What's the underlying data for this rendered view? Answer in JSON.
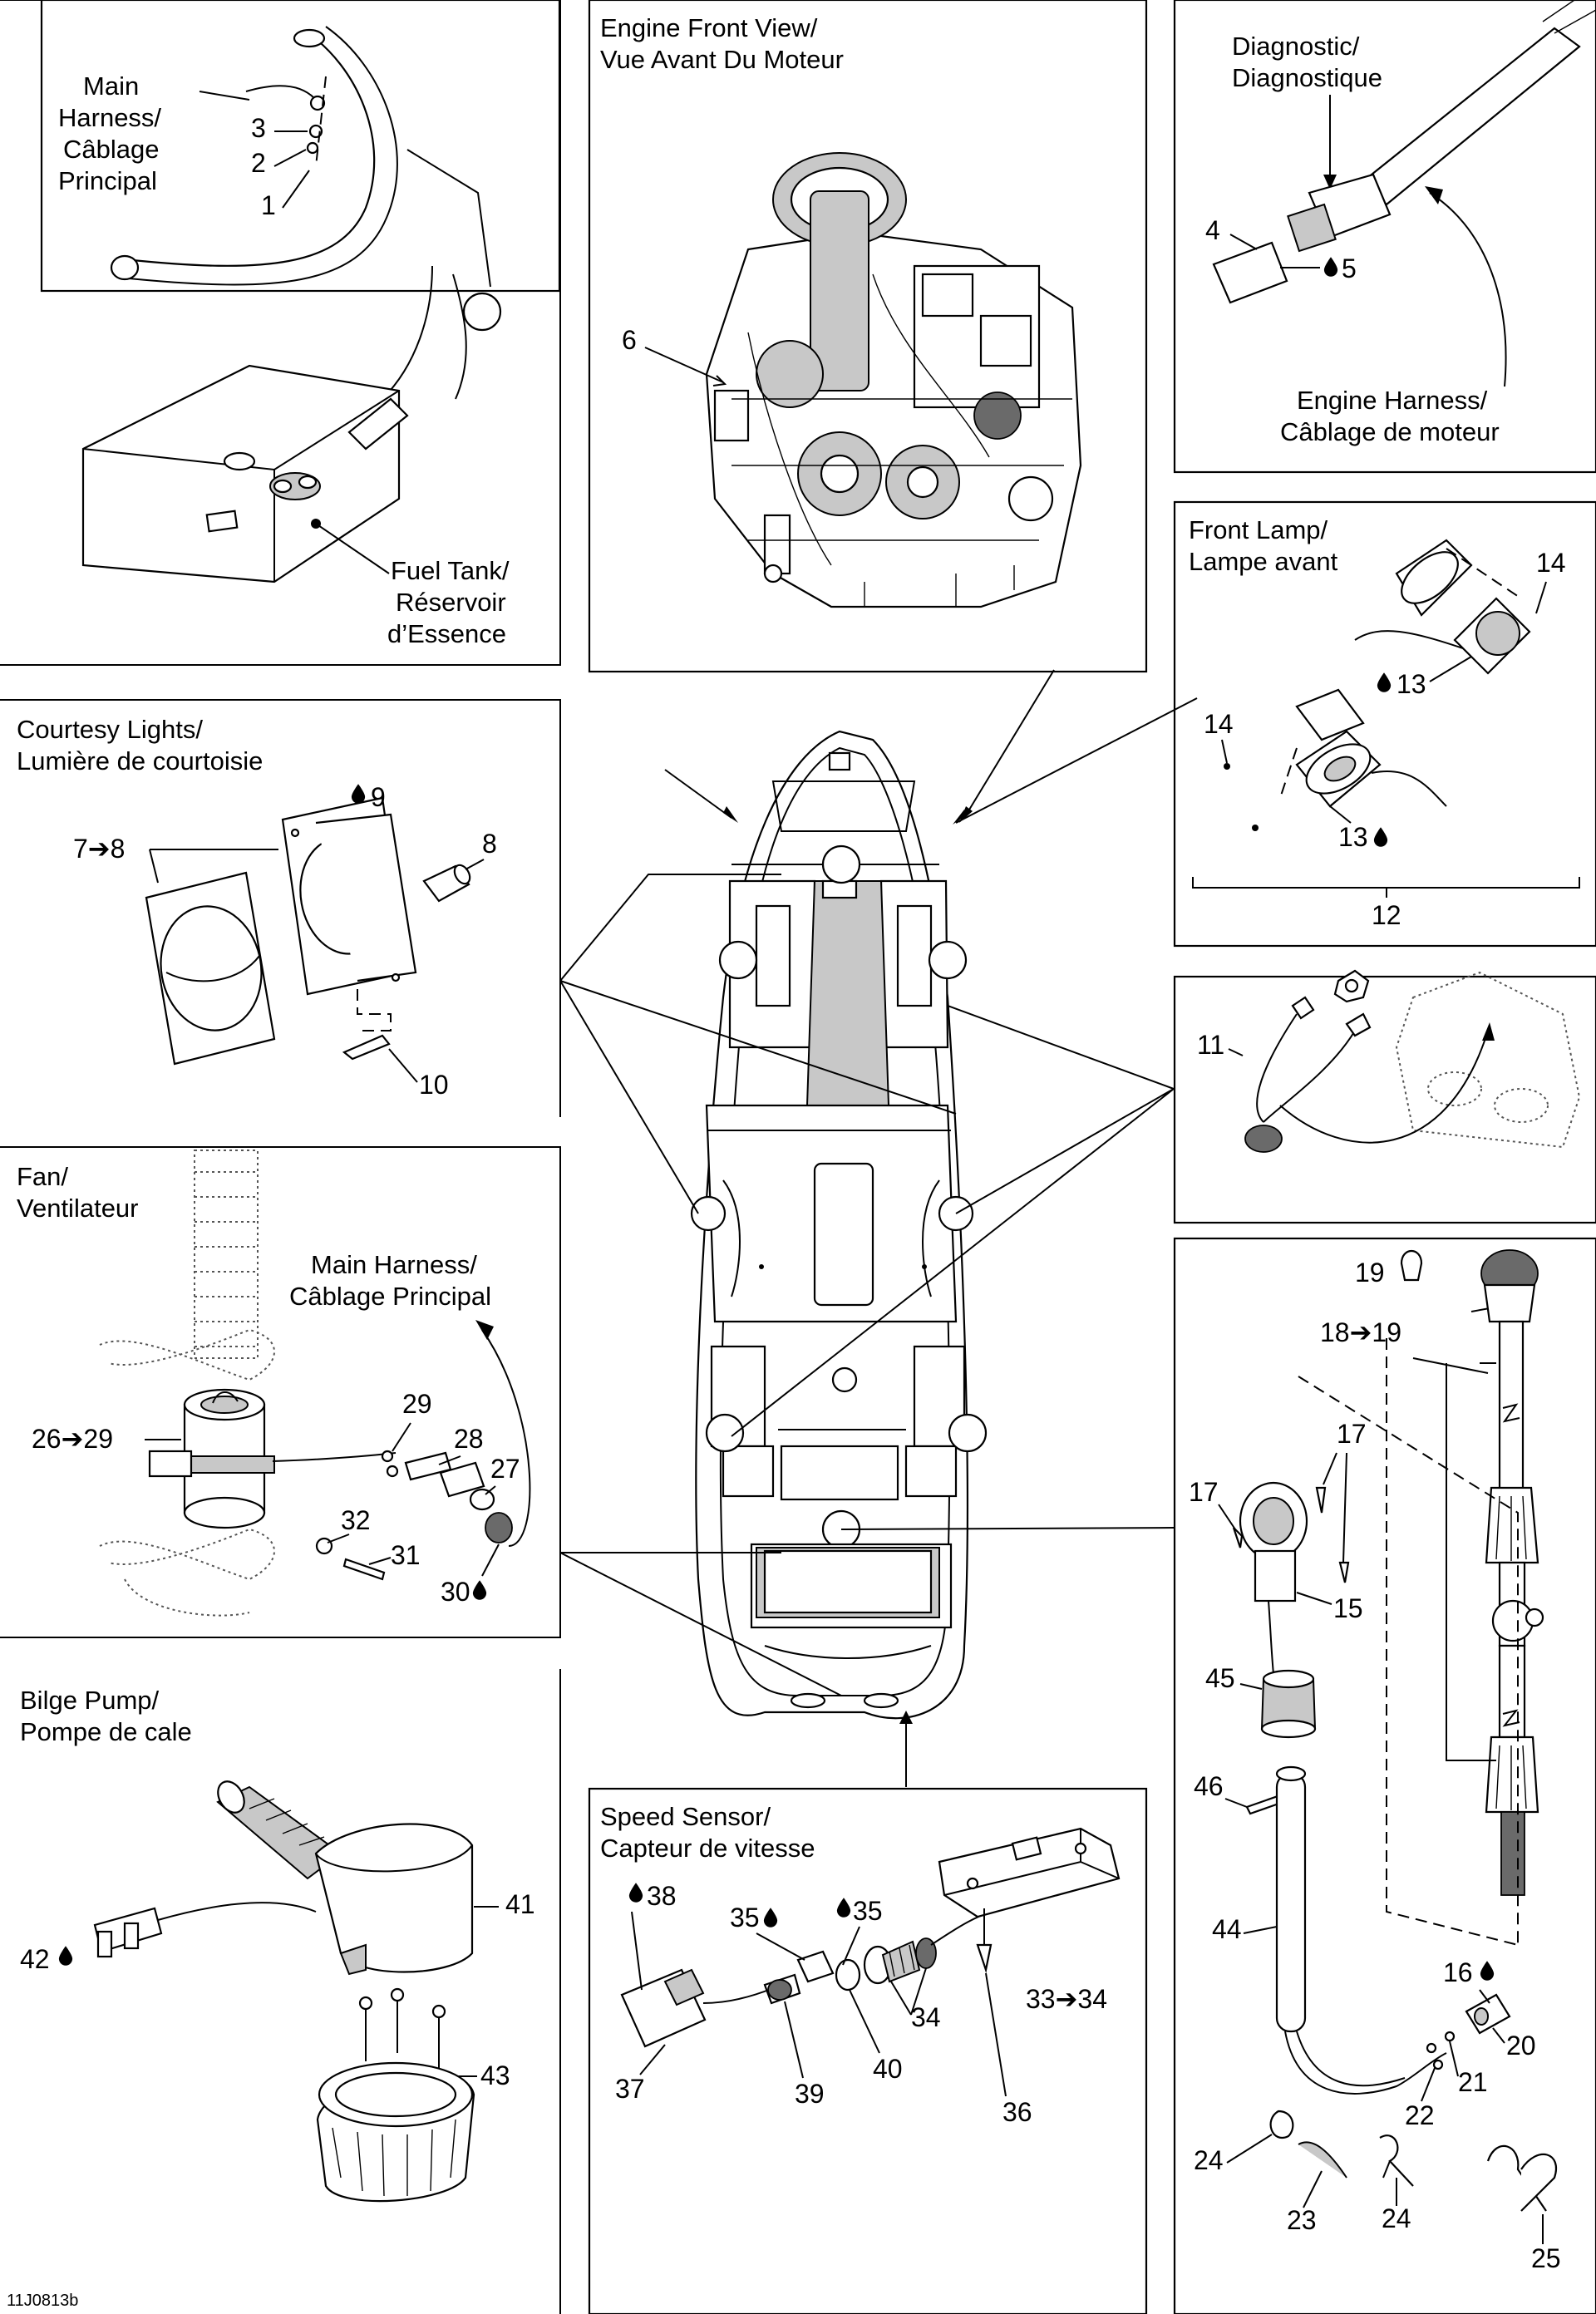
{
  "panels": {
    "main_harness_inset": {
      "lines": [
        "Main",
        "Harness/",
        "Câblage",
        "Principal"
      ]
    },
    "fuel_tank": {
      "lines": [
        "Fuel Tank/",
        "Réservoir",
        "d’Essence"
      ]
    },
    "engine_front_view": {
      "lines": [
        "Engine Front View/",
        "Vue Avant Du Moteur"
      ]
    },
    "diagnostic": {
      "title_lines": [
        "Diagnostic/",
        "Diagnostique"
      ],
      "harness_lines": [
        "Engine Harness/",
        "Câblage de moteur"
      ]
    },
    "front_lamp": {
      "lines": [
        "Front Lamp/",
        "Lampe avant"
      ]
    },
    "courtesy_lights": {
      "lines": [
        "Courtesy Lights/",
        "Lumière de courtoisie"
      ]
    },
    "fan": {
      "lines": [
        "Fan/",
        "Ventilateur"
      ],
      "harness_lines": [
        "Main Harness/",
        "Câblage Principal"
      ]
    },
    "bilge_pump": {
      "lines": [
        "Bilge Pump/",
        "Pompe de cale"
      ]
    },
    "speed_sensor": {
      "lines": [
        "Speed Sensor/",
        "Capteur de vitesse"
      ]
    }
  },
  "callouts": {
    "c1": "1",
    "c2": "2",
    "c3": "3",
    "c4": "4",
    "c5": "5",
    "c6": "6",
    "c7_8": "7➔8",
    "c8": "8",
    "c9": "9",
    "c10": "10",
    "c11": "11",
    "c12": "12",
    "c13a": "13",
    "c13b": "13",
    "c14a": "14",
    "c14b": "14",
    "c15": "15",
    "c16": "16",
    "c17a": "17",
    "c17b": "17",
    "c18_19": "18➔19",
    "c19": "19",
    "c20": "20",
    "c21": "21",
    "c22": "22",
    "c23": "23",
    "c24a": "24",
    "c24b": "24",
    "c25": "25",
    "c26_29": "26➔29",
    "c27": "27",
    "c28": "28",
    "c29": "29",
    "c30": "30",
    "c31": "31",
    "c32": "32",
    "c33_34": "33➔34",
    "c34": "34",
    "c35a": "35",
    "c35b": "35",
    "c36": "36",
    "c37": "37",
    "c38": "38",
    "c39": "39",
    "c40": "40",
    "c41": "41",
    "c42": "42",
    "c43": "43",
    "c44": "44",
    "c45": "45",
    "c46": "46"
  },
  "footer": {
    "code": "11J0813b"
  },
  "icons": {
    "drop": "drop-icon",
    "arrow": "arrow-right-icon"
  }
}
